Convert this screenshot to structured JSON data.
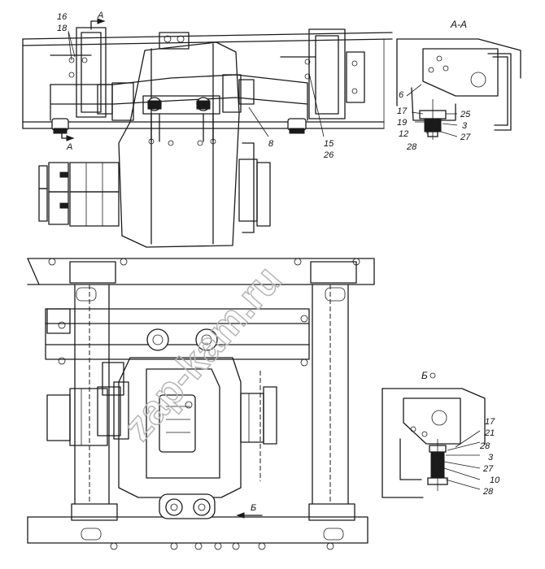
{
  "watermark": "zap-kam.ru",
  "sections": {
    "aa_title": "А-А",
    "b_title": "Б",
    "section_mark_a": "А",
    "direction_b": "Б"
  },
  "callouts": {
    "main_top": [
      "16",
      "18",
      "8",
      "15",
      "26"
    ],
    "detail_aa": [
      "6",
      "17",
      "19",
      "12",
      "28",
      "25",
      "3",
      "27"
    ],
    "detail_b": [
      "17",
      "21",
      "28",
      "3",
      "27",
      "10",
      "28"
    ]
  },
  "colors": {
    "line": "#1a1a1a",
    "watermark": "#b5b5b5",
    "background": "#ffffff"
  }
}
